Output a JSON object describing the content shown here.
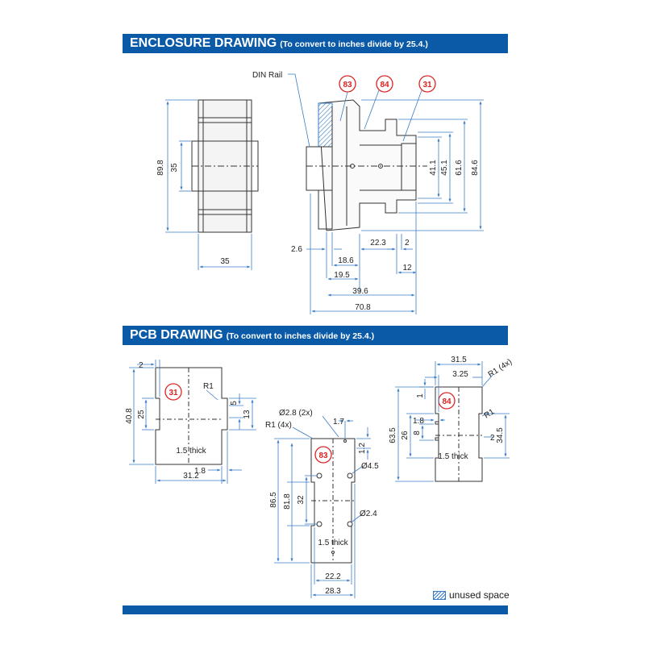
{
  "enclosure": {
    "title": "ENCLOSURE DRAWING",
    "subtitle": "(To convert to inches divide by 25.4.)",
    "din_rail_label": "DIN Rail",
    "badges": [
      "83",
      "84",
      "31"
    ],
    "dims": {
      "height_left": "89.8",
      "rail_left": "35",
      "width_bottom": "35",
      "d41": "41.1",
      "d45": "45.1",
      "d61": "61.6",
      "d84": "84.6",
      "d2_6": "2.6",
      "d22_3": "22.3",
      "d2": "2",
      "d18_6": "18.6",
      "d12": "12",
      "d19_5": "19.5",
      "d39_6": "39.6",
      "d70_8": "70.8"
    }
  },
  "pcb": {
    "title": "PCB DRAWING",
    "subtitle": "(To convert to inches divide by 25.4.)",
    "board31": {
      "badge": "31",
      "d2": "2",
      "r1": "R1",
      "d5": "5",
      "d13": "13",
      "d40_8": "40.8",
      "d25": "25",
      "thick": "1.5 thick",
      "d1_8": "1.8",
      "d31_2": "31.2"
    },
    "board83": {
      "badge": "83",
      "hole_note": "Ø2.8 (2x)",
      "radius_note": "R1 (4x)",
      "d1_7": "1.7",
      "d1_2": "1.2",
      "d4_5": "Ø4.5",
      "d86_5": "86.5",
      "d81_8": "81.8",
      "d32": "32",
      "d2_4": "Ø2.4",
      "thick": "1.5 thick",
      "d22_2": "22.2",
      "d28_3": "28.3"
    },
    "board84": {
      "badge": "84",
      "d31_5": "31.5",
      "d3_25": "3.25",
      "r1_4x": "R1 (4x)",
      "d1": "1",
      "r1": "R1",
      "d1_8": "1.8",
      "d63_5": "63.5",
      "d26": "26",
      "d8": "8",
      "d2": "2",
      "d34_5": "34.5",
      "thick": "1.5 thick"
    }
  },
  "legend": {
    "label": "unused space"
  },
  "colors": {
    "banner": "#0a5aa8",
    "dimension_lines": "#3a7cc4",
    "badge": "#d22222"
  }
}
